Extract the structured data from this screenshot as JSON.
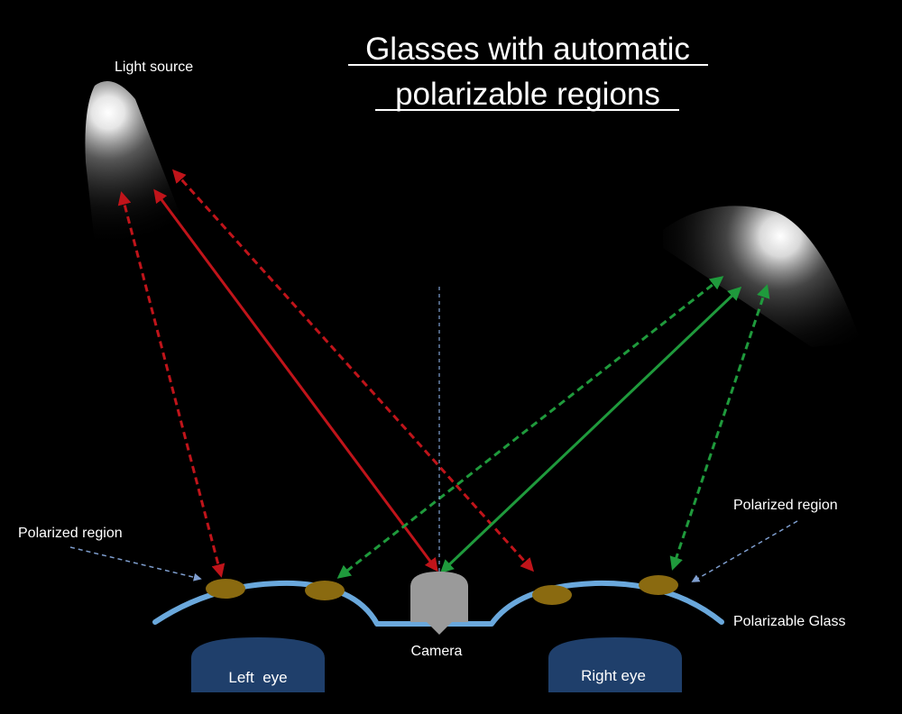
{
  "title": {
    "line1": "Glasses with automatic",
    "line2": "polarizable regions"
  },
  "labels": {
    "light_source": "Light source",
    "polarized_region_left": "Polarized region",
    "polarized_region_right": "Polarized region",
    "polarizable_glass": "Polarizable Glass",
    "camera": "Camera",
    "left_eye": "Left  eye",
    "right_eye": "Right eye"
  },
  "colors": {
    "background": "#000000",
    "red_ray": "#c0141a",
    "green_ray": "#1f9a3c",
    "lens_frame": "#6aa8dc",
    "polarized_spot": "#8a6a10",
    "eye": "#1f3f6b",
    "camera": "#9a9a9a",
    "label_arrow": "#7f9fd0"
  }
}
